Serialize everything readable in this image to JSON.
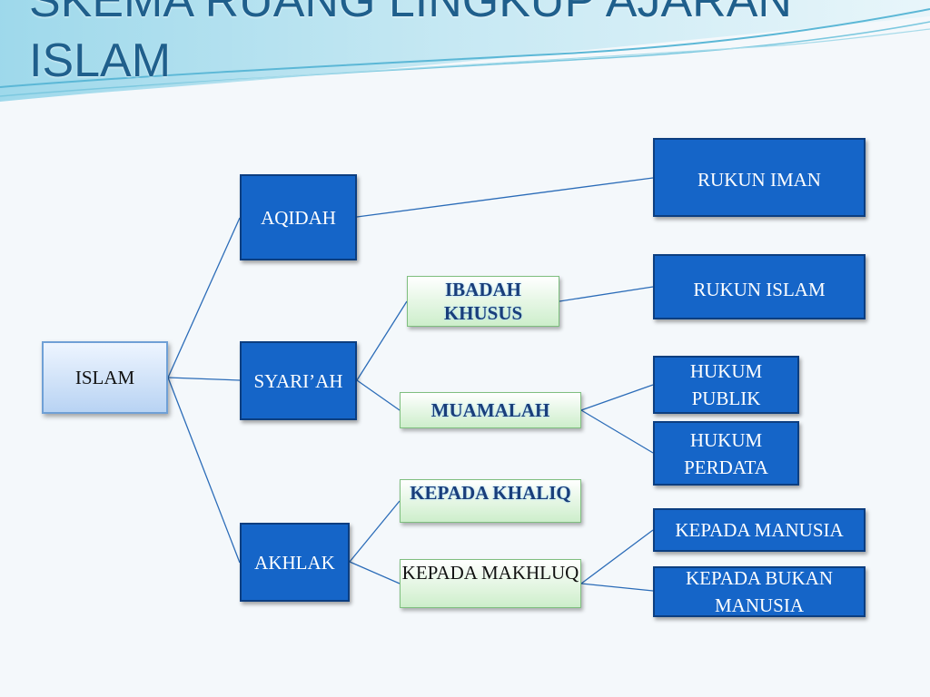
{
  "slide": {
    "title_line1": "SKEMA RUANG LINGKUP AJARAN",
    "title_line2": "ISLAM"
  },
  "colors": {
    "title": "#1f5f8c",
    "box_blue": "#1565c8",
    "box_blue_border": "#0c3e80",
    "box_green": "#cdeecb",
    "line": "#2b6cb8"
  },
  "diagram": {
    "root": "ISLAM",
    "aqidah": "AQIDAH",
    "syariah": "SYARI’AH",
    "akhlak": "AKHLAK",
    "rukun_iman": "RUKUN IMAN",
    "ibadah_khusus": "IBADAH KHUSUS",
    "rukun_islam": "RUKUN ISLAM",
    "muamalah": "MUAMALAH",
    "hukum_publik": "HUKUM PUBLIK",
    "hukum_perdata": "HUKUM PERDATA",
    "kepada_khaliq": "KEPADA KHALIQ",
    "kepada_makhluq": "KEPADA MAKHLUQ",
    "kepada_manusia": "KEPADA MANUSIA",
    "kepada_bukan_manusia": "KEPADA BUKAN MANUSIA"
  }
}
